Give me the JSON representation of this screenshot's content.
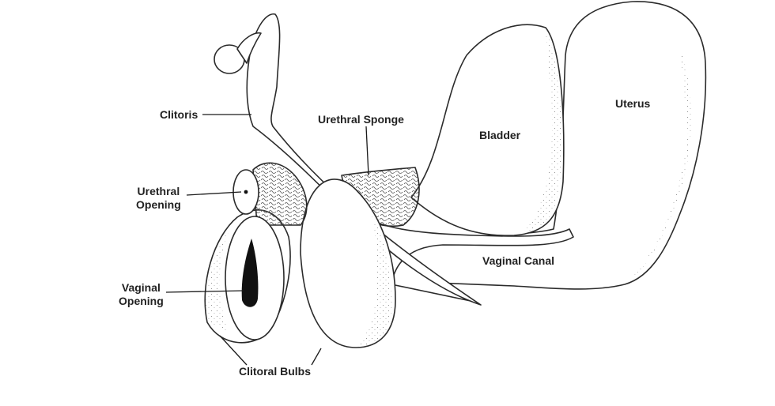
{
  "labels": {
    "clitoris": "Clitoris",
    "urethral_opening_line1": "Urethral",
    "urethral_opening_line2": "Opening",
    "vaginal_opening_line1": "Vaginal",
    "vaginal_opening_line2": "Opening",
    "clitoral_bulbs": "Clitoral Bulbs",
    "urethral_sponge": "Urethral Sponge",
    "bladder": "Bladder",
    "uterus": "Uterus",
    "vaginal_canal": "Vaginal Canal"
  },
  "colors": {
    "outline": "#2b2b2b",
    "text": "#222222",
    "background": "#ffffff",
    "opening": "#111111"
  }
}
